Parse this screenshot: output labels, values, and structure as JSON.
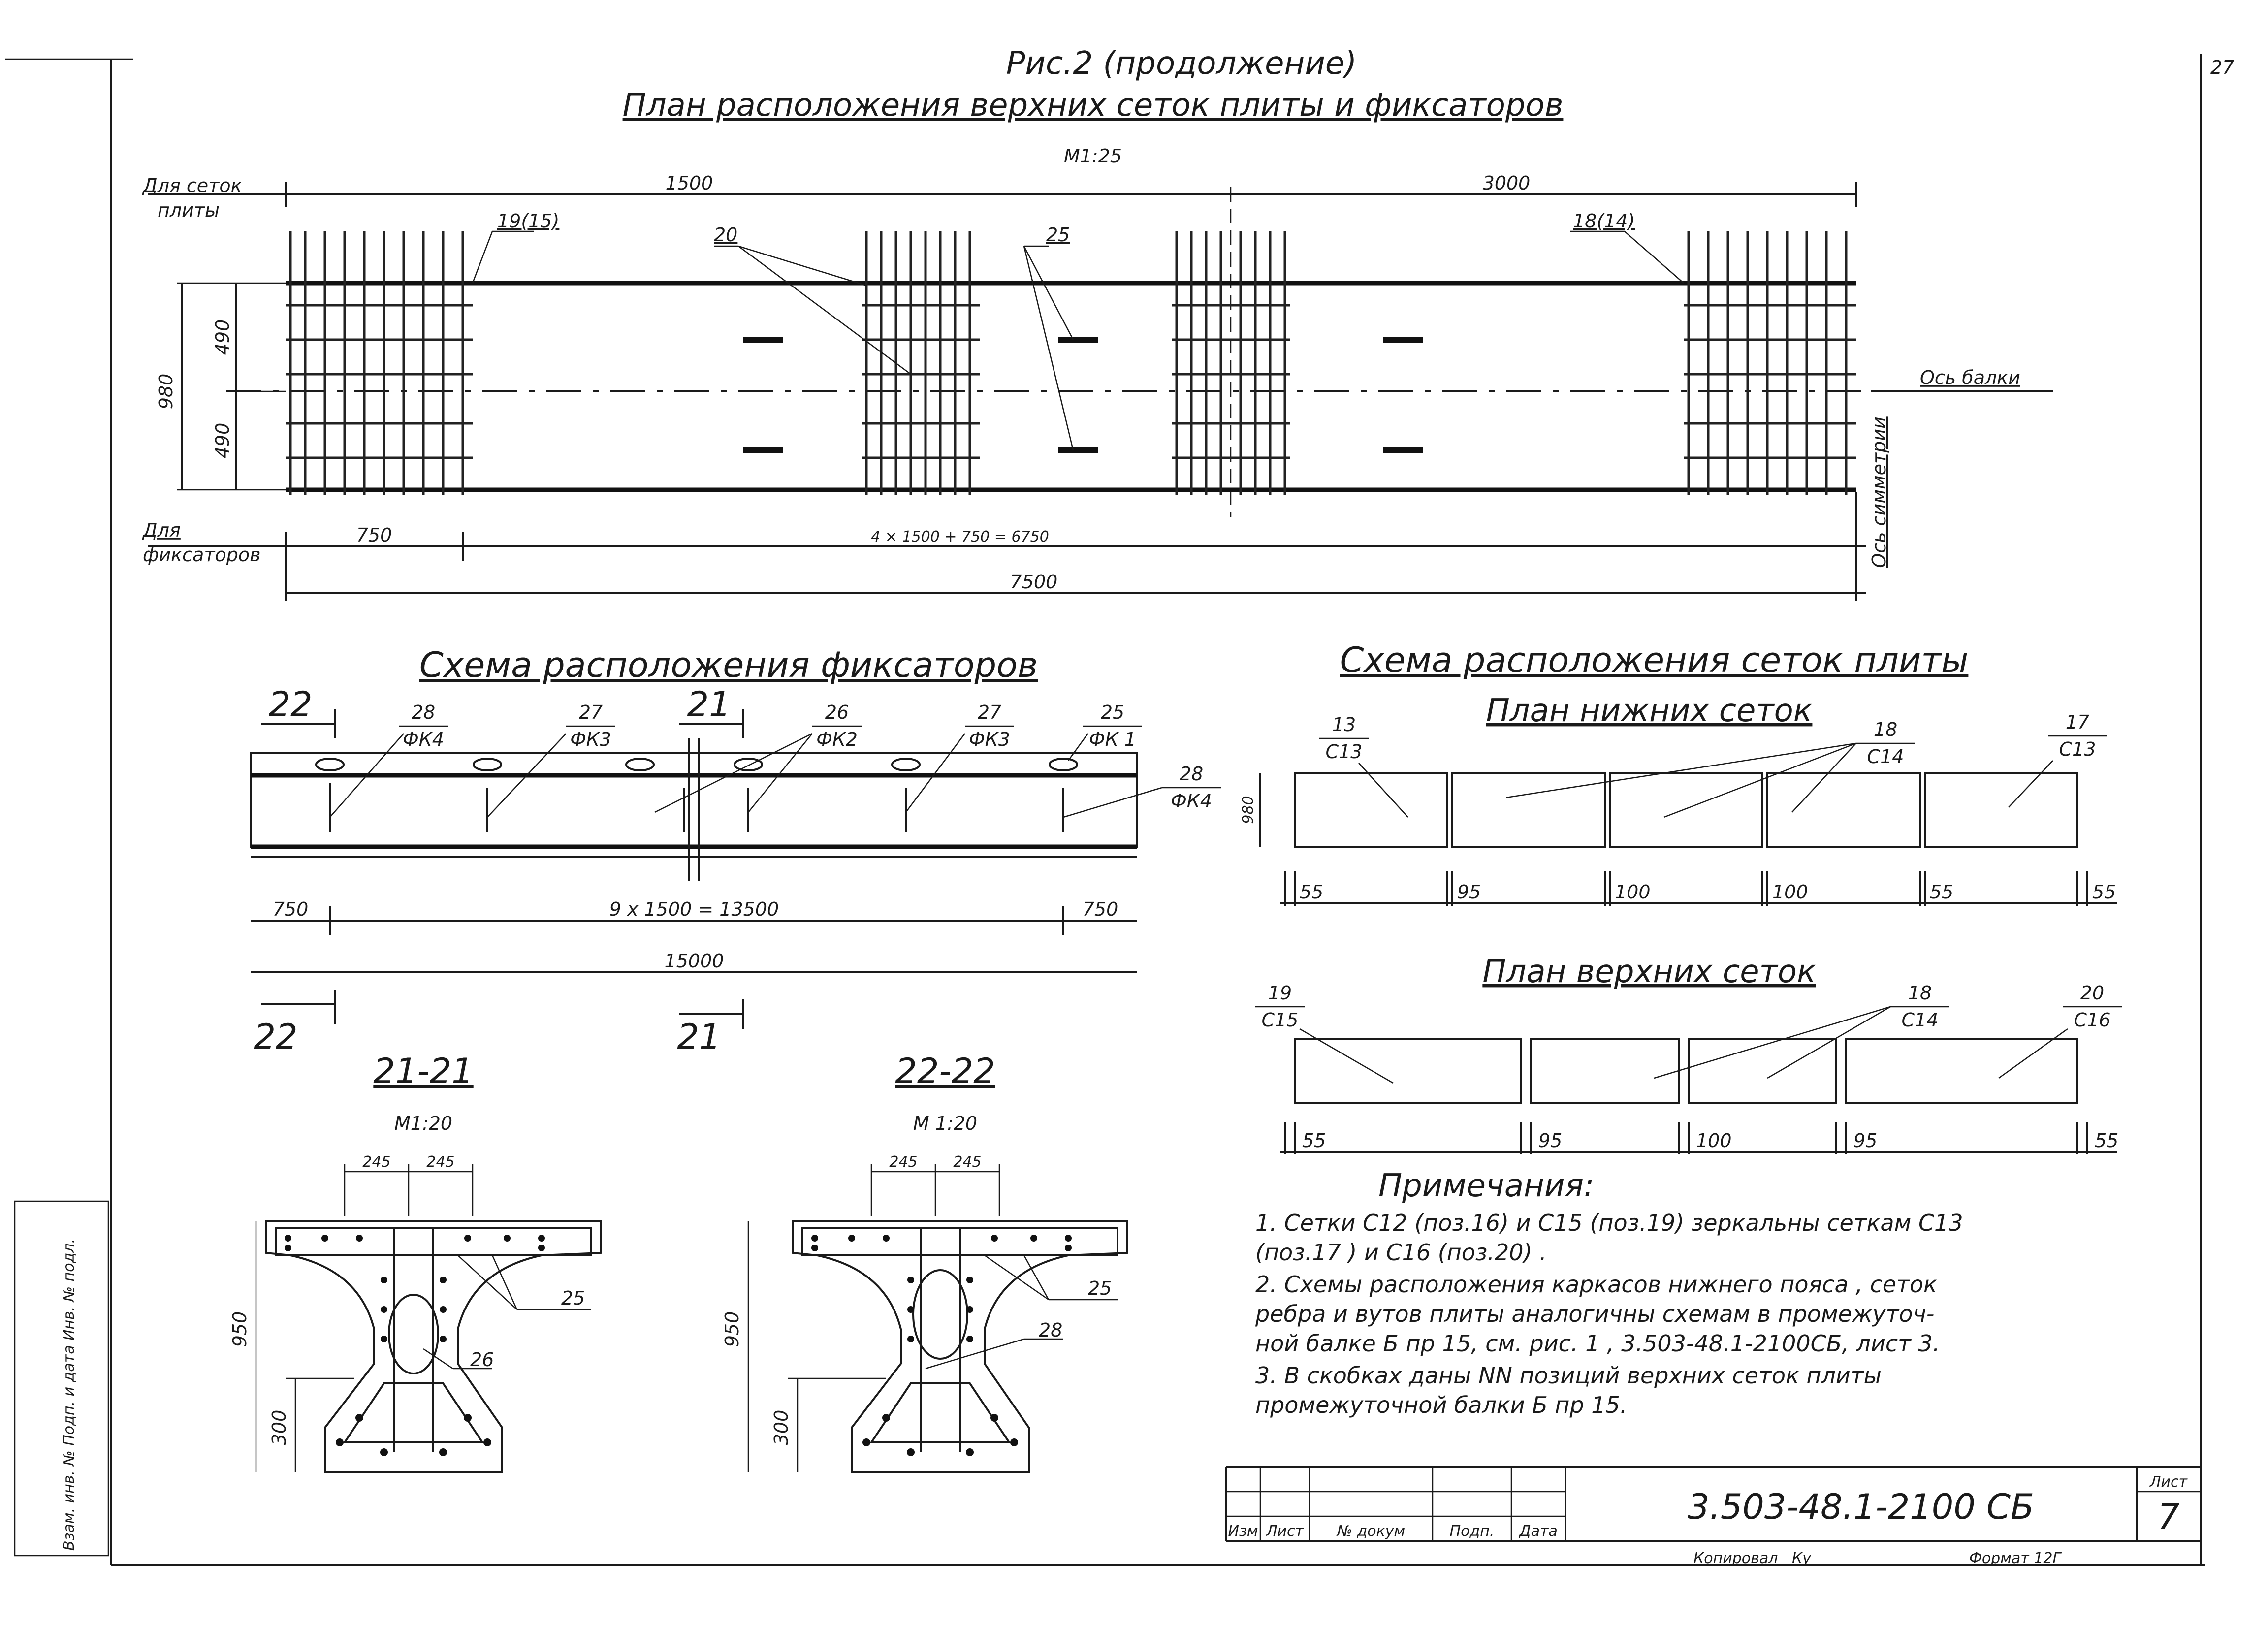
{
  "sheet_corner_number": "27",
  "header": {
    "fig_title": "Рис.2 (продолжение)",
    "main_title": "План расположения  верхних  сеток  плиты и фиксаторов",
    "scale": "М1:25"
  },
  "plan": {
    "label_nets_1": "Для сеток",
    "label_nets_2": "плиты",
    "label_fix_1": "Для",
    "label_fix_2": "фиксаторов",
    "dim_1500": "1500",
    "dim_3000": "3000",
    "dim_980": "980",
    "dim_490a": "490",
    "dim_490b": "490",
    "dim_750": "750",
    "dim_6750": "4 × 1500 + 750 = 6750",
    "dim_7500": "7500",
    "pos_19_15": "19(15)",
    "pos_20": "20",
    "pos_25": "25",
    "pos_18_14": "18(14)",
    "beam_axis": "Ось балки",
    "sym_axis": "Ось симметрии"
  },
  "fixators": {
    "title": "Схема расположения фиксаторов",
    "sec22_top": "22",
    "sec21_top": "21",
    "sec22_bot": "22",
    "sec21_bot": "21",
    "t28_num": "28",
    "t28_name": "ФК4",
    "t27a_num": "27",
    "t27a_name": "ФК3",
    "t26_num": "26",
    "t26_name": "ФК2",
    "t27b_num": "27",
    "t27b_name": "ФК3",
    "t25_num": "25",
    "t25_name": "ФК 1",
    "t28b_num": "28",
    "t28b_name": "ФК4",
    "dim_750a": "750",
    "dim_13500": "9 х 1500 = 13500",
    "dim_750b": "750",
    "dim_15000": "15000"
  },
  "nets": {
    "title": "Схема расположения сеток плиты",
    "lower_title": "План нижних сеток",
    "upper_title": "План верхних сеток",
    "lower_tags": [
      {
        "num": "13",
        "name": "С13"
      },
      {
        "num": "18",
        "name": "С14"
      },
      {
        "num": "17",
        "name": "С13"
      }
    ],
    "lower_dim_h": "980",
    "lower_gaps": [
      "55",
      "95",
      "100",
      "100",
      "55",
      "55"
    ],
    "upper_tags": [
      {
        "num": "19",
        "name": "С15"
      },
      {
        "num": "18",
        "name": "С14"
      },
      {
        "num": "20",
        "name": "С16"
      }
    ],
    "upper_gaps": [
      "55",
      "95",
      "100",
      "95",
      "55"
    ]
  },
  "sections": {
    "s21_title": "21-21",
    "s21_scale": "М1:20",
    "s22_title": "22-22",
    "s22_scale": "М 1:20",
    "s21_w1": "245",
    "s21_w2": "245",
    "s22_w1": "245",
    "s22_w2": "245",
    "s21_h950": "950",
    "s21_h300": "300",
    "s22_h950": "950",
    "s22_h300": "300",
    "s21_p25": "25",
    "s21_p26": "26",
    "s22_p25": "25",
    "s22_p28": "28"
  },
  "notes": {
    "heading": "Примечания:",
    "lines": [
      "1.  Сетки С12 (поз.16) и С15 (поз.19)  зеркальны   сеткам  С13",
      "     (поз.17 )  и   С16  (поз.20) .",
      "2.  Схемы  расположения  каркасов нижнего пояса , сеток",
      "     ребра   и вутов плиты  аналогичны   схемам в промежуточ-",
      "     ной  балке  Б пр 15,  см. рис. 1 , 3.503-48.1-2100СБ, лист 3.",
      "3.  В скобках даны  NN позиций  верхних  сеток  плиты",
      "     промежуточной  балки  Б пр 15."
    ]
  },
  "stamp": {
    "doc_code": "3.503-48.1-2100 СБ",
    "sheet_label": "Лист",
    "sheet_no": "7",
    "col_izm": "Изм",
    "col_list": "Лист",
    "col_doc": "№ докум",
    "col_sign": "Подп.",
    "col_date": "Дата",
    "copied": "Копировал",
    "copied_sign": "Ку",
    "format": "Формат  12Г"
  },
  "side_stamp": "Взам. инв. №   Подп. и дата   Инв. № подл."
}
